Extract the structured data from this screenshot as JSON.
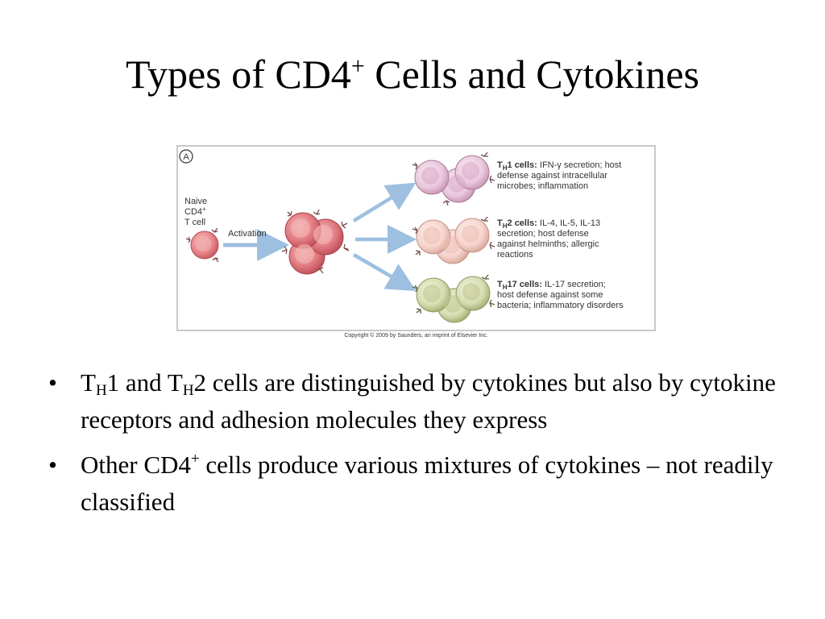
{
  "slide": {
    "title_main": "Types of CD4",
    "title_sup": "+",
    "title_rest": " Cells and Cytokines"
  },
  "figure": {
    "panel_letter": "A",
    "naive_line1": "Naive",
    "naive_line2": "CD4",
    "naive_line2_sup": "+",
    "naive_line3": "T cell",
    "activation_label": "Activation",
    "th1": {
      "name_prefix": "T",
      "name_sub": "H",
      "name_suffix": "1 cells:",
      "line1_rest": " IFN-γ secretion; host",
      "line2": "defense against intracellular",
      "line3": "microbes; inflammation"
    },
    "th2": {
      "name_prefix": "T",
      "name_sub": "H",
      "name_suffix": "2 cells:",
      "line1_rest": " IL-4, IL-5, IL-13",
      "line2": "secretion; host defense",
      "line3": "against helminths; allergic",
      "line4": "reactions"
    },
    "th17": {
      "name_prefix": "T",
      "name_sub": "H",
      "name_suffix": "17 cells:",
      "line1_rest": " IL-17 secretion;",
      "line2": "host defense against some",
      "line3": "bacteria; inflammatory disorders"
    },
    "copyright": "Copyright © 2009 by Saunders, an imprint of Elsevier Inc.",
    "colors": {
      "naive": "#e8888c",
      "activated": "#e27c82",
      "th1": "#e9c8dc",
      "th2": "#f6d3cc",
      "th17": "#d6dcb0",
      "arrow": "#9dbfe0"
    }
  },
  "bullets": [
    {
      "t1": "T",
      "s1": "H",
      "t2": "1 and T",
      "s2": "H",
      "t3": "2 cells are distinguished by cytokines but also by cytokine receptors and adhesion molecules they express"
    },
    {
      "t1": "Other CD4",
      "sup": "+",
      "t2": " cells produce various mixtures of cytokines – not readily classified"
    }
  ],
  "bullet_glyph": "•"
}
